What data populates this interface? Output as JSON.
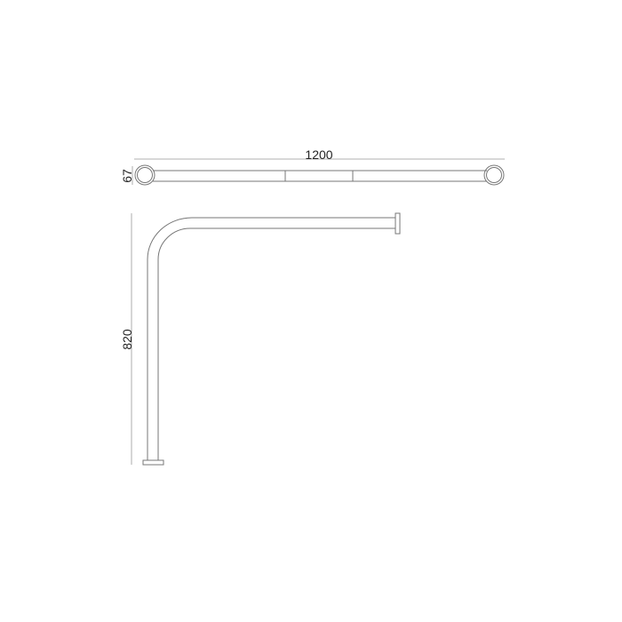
{
  "drawing": {
    "top_view": {
      "width_label": "1200",
      "depth_label": "67"
    },
    "side_view": {
      "height_label": "820"
    },
    "line_color": "#777777"
  }
}
